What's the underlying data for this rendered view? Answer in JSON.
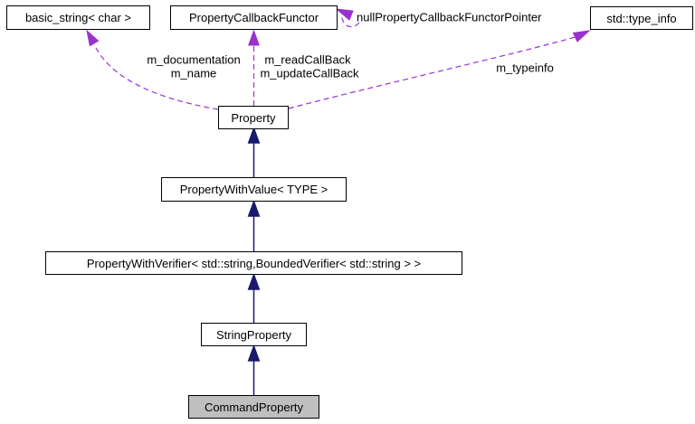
{
  "diagram": {
    "type": "doxygen-collaboration-graph",
    "nodes": [
      {
        "id": "basic-string",
        "label": "basic_string< char >",
        "highlighted": false
      },
      {
        "id": "property-callback-functor",
        "label": "PropertyCallbackFunctor",
        "highlighted": false
      },
      {
        "id": "std-type-info",
        "label": "std::type_info",
        "highlighted": false
      },
      {
        "id": "property",
        "label": "Property",
        "highlighted": false
      },
      {
        "id": "property-with-value",
        "label": "PropertyWithValue< TYPE >",
        "highlighted": false
      },
      {
        "id": "property-with-verifier",
        "label": "PropertyWithVerifier< std::string,BoundedVerifier< std::string > >",
        "highlighted": false
      },
      {
        "id": "string-property",
        "label": "StringProperty",
        "highlighted": false
      },
      {
        "id": "command-property",
        "label": "CommandProperty",
        "highlighted": true
      }
    ],
    "edge_labels": [
      {
        "id": "m-documentation",
        "text": "m_documentation"
      },
      {
        "id": "m-name",
        "text": "m_name"
      },
      {
        "id": "m-readcallback",
        "text": "m_readCallBack"
      },
      {
        "id": "m-updatecallback",
        "text": "m_updateCallBack"
      },
      {
        "id": "m-typeinfo",
        "text": "m_typeinfo"
      },
      {
        "id": "null-property-callback-functor-pointer",
        "text": "nullPropertyCallbackFunctorPointer"
      }
    ],
    "edges": [
      {
        "from": "command-property",
        "to": "string-property",
        "type": "inheritance"
      },
      {
        "from": "string-property",
        "to": "property-with-verifier",
        "type": "inheritance"
      },
      {
        "from": "property-with-verifier",
        "to": "property-with-value",
        "type": "inheritance"
      },
      {
        "from": "property-with-value",
        "to": "property",
        "type": "inheritance"
      },
      {
        "from": "property",
        "to": "basic-string",
        "type": "usage",
        "labels": [
          "m_documentation",
          "m_name"
        ]
      },
      {
        "from": "property",
        "to": "property-callback-functor",
        "type": "usage",
        "labels": [
          "m_readCallBack",
          "m_updateCallBack"
        ]
      },
      {
        "from": "property",
        "to": "std-type-info",
        "type": "usage",
        "labels": [
          "m_typeinfo"
        ]
      },
      {
        "from": "null-property-callback-functor-pointer",
        "to": "property-callback-functor",
        "type": "usage"
      }
    ],
    "colors": {
      "inheritance_arrow": "#191970",
      "usage_arrow": "#9a32cd",
      "node_border": "#000000",
      "node_fill": "#ffffff",
      "highlighted_node_fill": "#bfbfbf",
      "text": "#000000",
      "background": "#ffffff"
    }
  }
}
